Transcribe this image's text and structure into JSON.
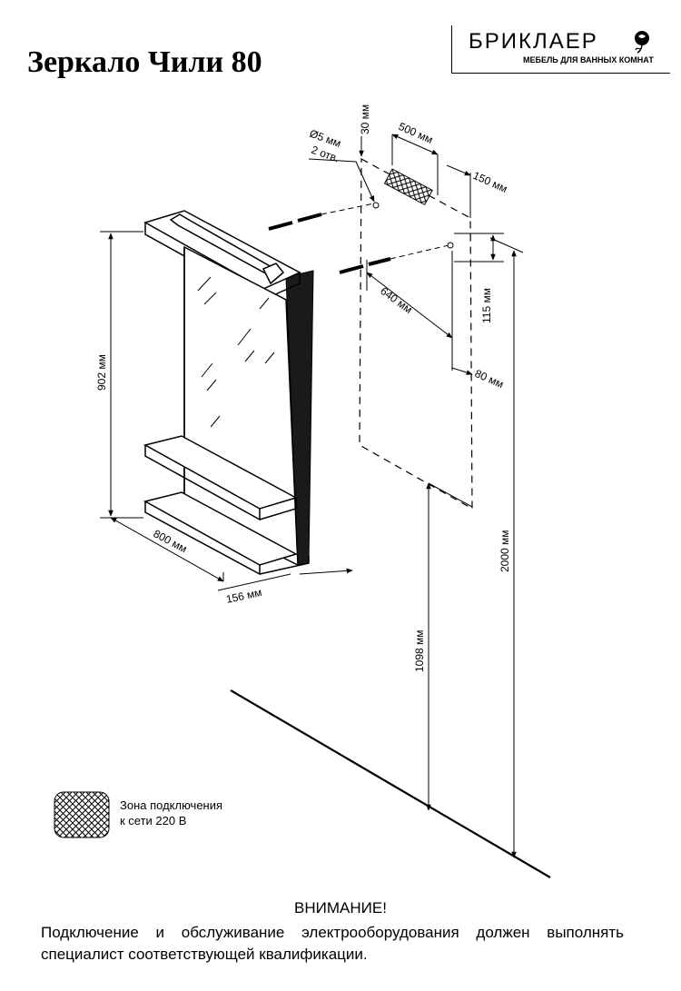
{
  "title": "Зеркало Чили 80",
  "brand": {
    "name": "БРИКЛАЕР",
    "subtitle": "МЕБЕЛЬ ДЛЯ ВАННЫХ КОМНАТ"
  },
  "dimensions": {
    "height": "902 мм",
    "width": "800 мм",
    "depth": "156 мм",
    "hole_diameter": "Ø5 мм",
    "holes_count": "2 отв.",
    "top_offset": "30 мм",
    "zone_width": "500 мм",
    "zone_side": "150 мм",
    "hole_spacing": "640 мм",
    "hole_drop": "115 мм",
    "hole_edge": "80 мм",
    "floor_to_bottom": "1098 мм",
    "floor_to_top": "2000 мм"
  },
  "legend": {
    "line1": "Зона подключения",
    "line2": "к сети 220 В"
  },
  "warning": {
    "title": "ВНИМАНИЕ!",
    "text": "Подключение и обслуживание электрооборудования должен выполнять специалист соответствующей квалификации."
  }
}
